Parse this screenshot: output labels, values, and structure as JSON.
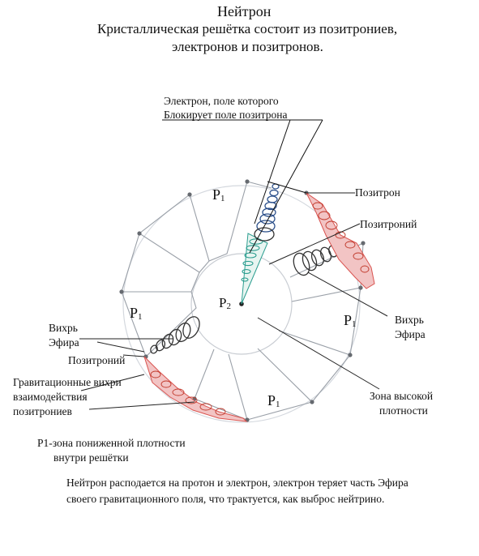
{
  "header": {
    "title": "Нейтрон",
    "subtitle_line1": "Кристаллическая решётка состоит из позитрониев,",
    "subtitle_line2": "электронов и позитронов."
  },
  "labels": {
    "electron_line1": "Электрон, поле которого",
    "electron_line2": "Блокирует поле позитрона",
    "positron": "Позитрон",
    "positronium_right": "Позитроний",
    "vortex_right_line1": "Вихрь",
    "vortex_right_line2": "Эфира",
    "vortex_left_line1": "Вихрь",
    "vortex_left_line2": "Эфира",
    "positronium_left": "Позитроний",
    "grav_line1": "Гравитационные вихри",
    "grav_line2": "взаимодействия",
    "grav_line3": "позитрониев",
    "zone_line1": "Зона высокой",
    "zone_line2": "плотности",
    "p1_letter": "P",
    "p1_sub": "1",
    "p2_letter": "P",
    "p2_sub": "2",
    "legend_line1": "P1-зона пониженной плотности",
    "legend_line2": "внутри решётки"
  },
  "footer": {
    "text": "Нейтрон расподается на протон и электрон, электрон теряет часть Эфира своего гравитационного поля, что трактуется, как выброс нейтрино."
  },
  "colors": {
    "lattice": "#9aa0a8",
    "coil_dark": "#333333",
    "coil_blue": "#2b4f8a",
    "coil_teal": "#2a9d8f",
    "red_vortex": "#d9534f",
    "red_fill": "#f2c4c4"
  }
}
